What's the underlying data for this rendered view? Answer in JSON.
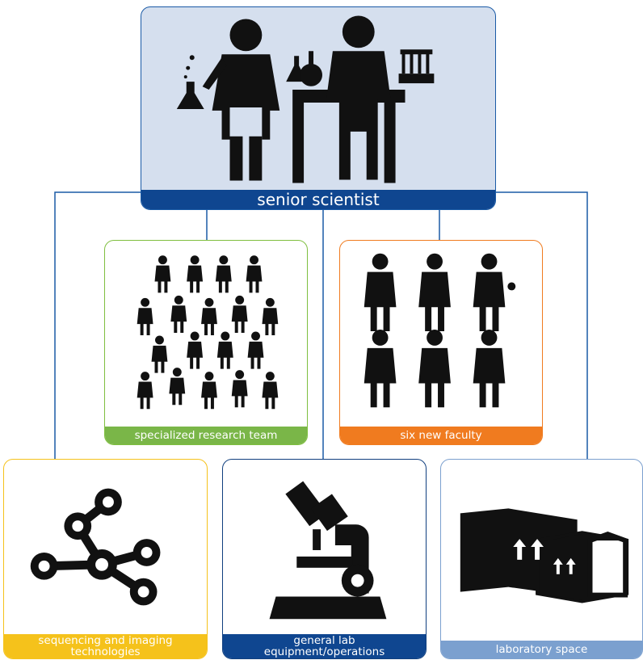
{
  "colors": {
    "senior_bar": "#0f4690",
    "team_bar": "#7ab648",
    "faculty_bar": "#f07b1f",
    "sequencing_bar": "#f5c21b",
    "equipment_bar": "#0f4690",
    "space_bar": "#7ba0cf",
    "connector": "#1a5aa6",
    "icon": "#111111"
  },
  "nodes": {
    "senior": {
      "label": "senior scientist",
      "icon": "scientists-at-lab-bench-icon"
    },
    "team": {
      "label": "specialized research team",
      "icon": "group-of-scientists-icon"
    },
    "faculty": {
      "label": "six new faculty",
      "icon": "six-faculty-icon"
    },
    "sequencing": {
      "label_line1": "sequencing and imaging",
      "label_line2": "technologies",
      "icon": "molecule-network-icon"
    },
    "equipment": {
      "label_line1": "general lab",
      "label_line2": "equipment/operations",
      "icon": "microscope-icon"
    },
    "space": {
      "label": "laboratory space",
      "icon": "boxes-icon"
    }
  }
}
